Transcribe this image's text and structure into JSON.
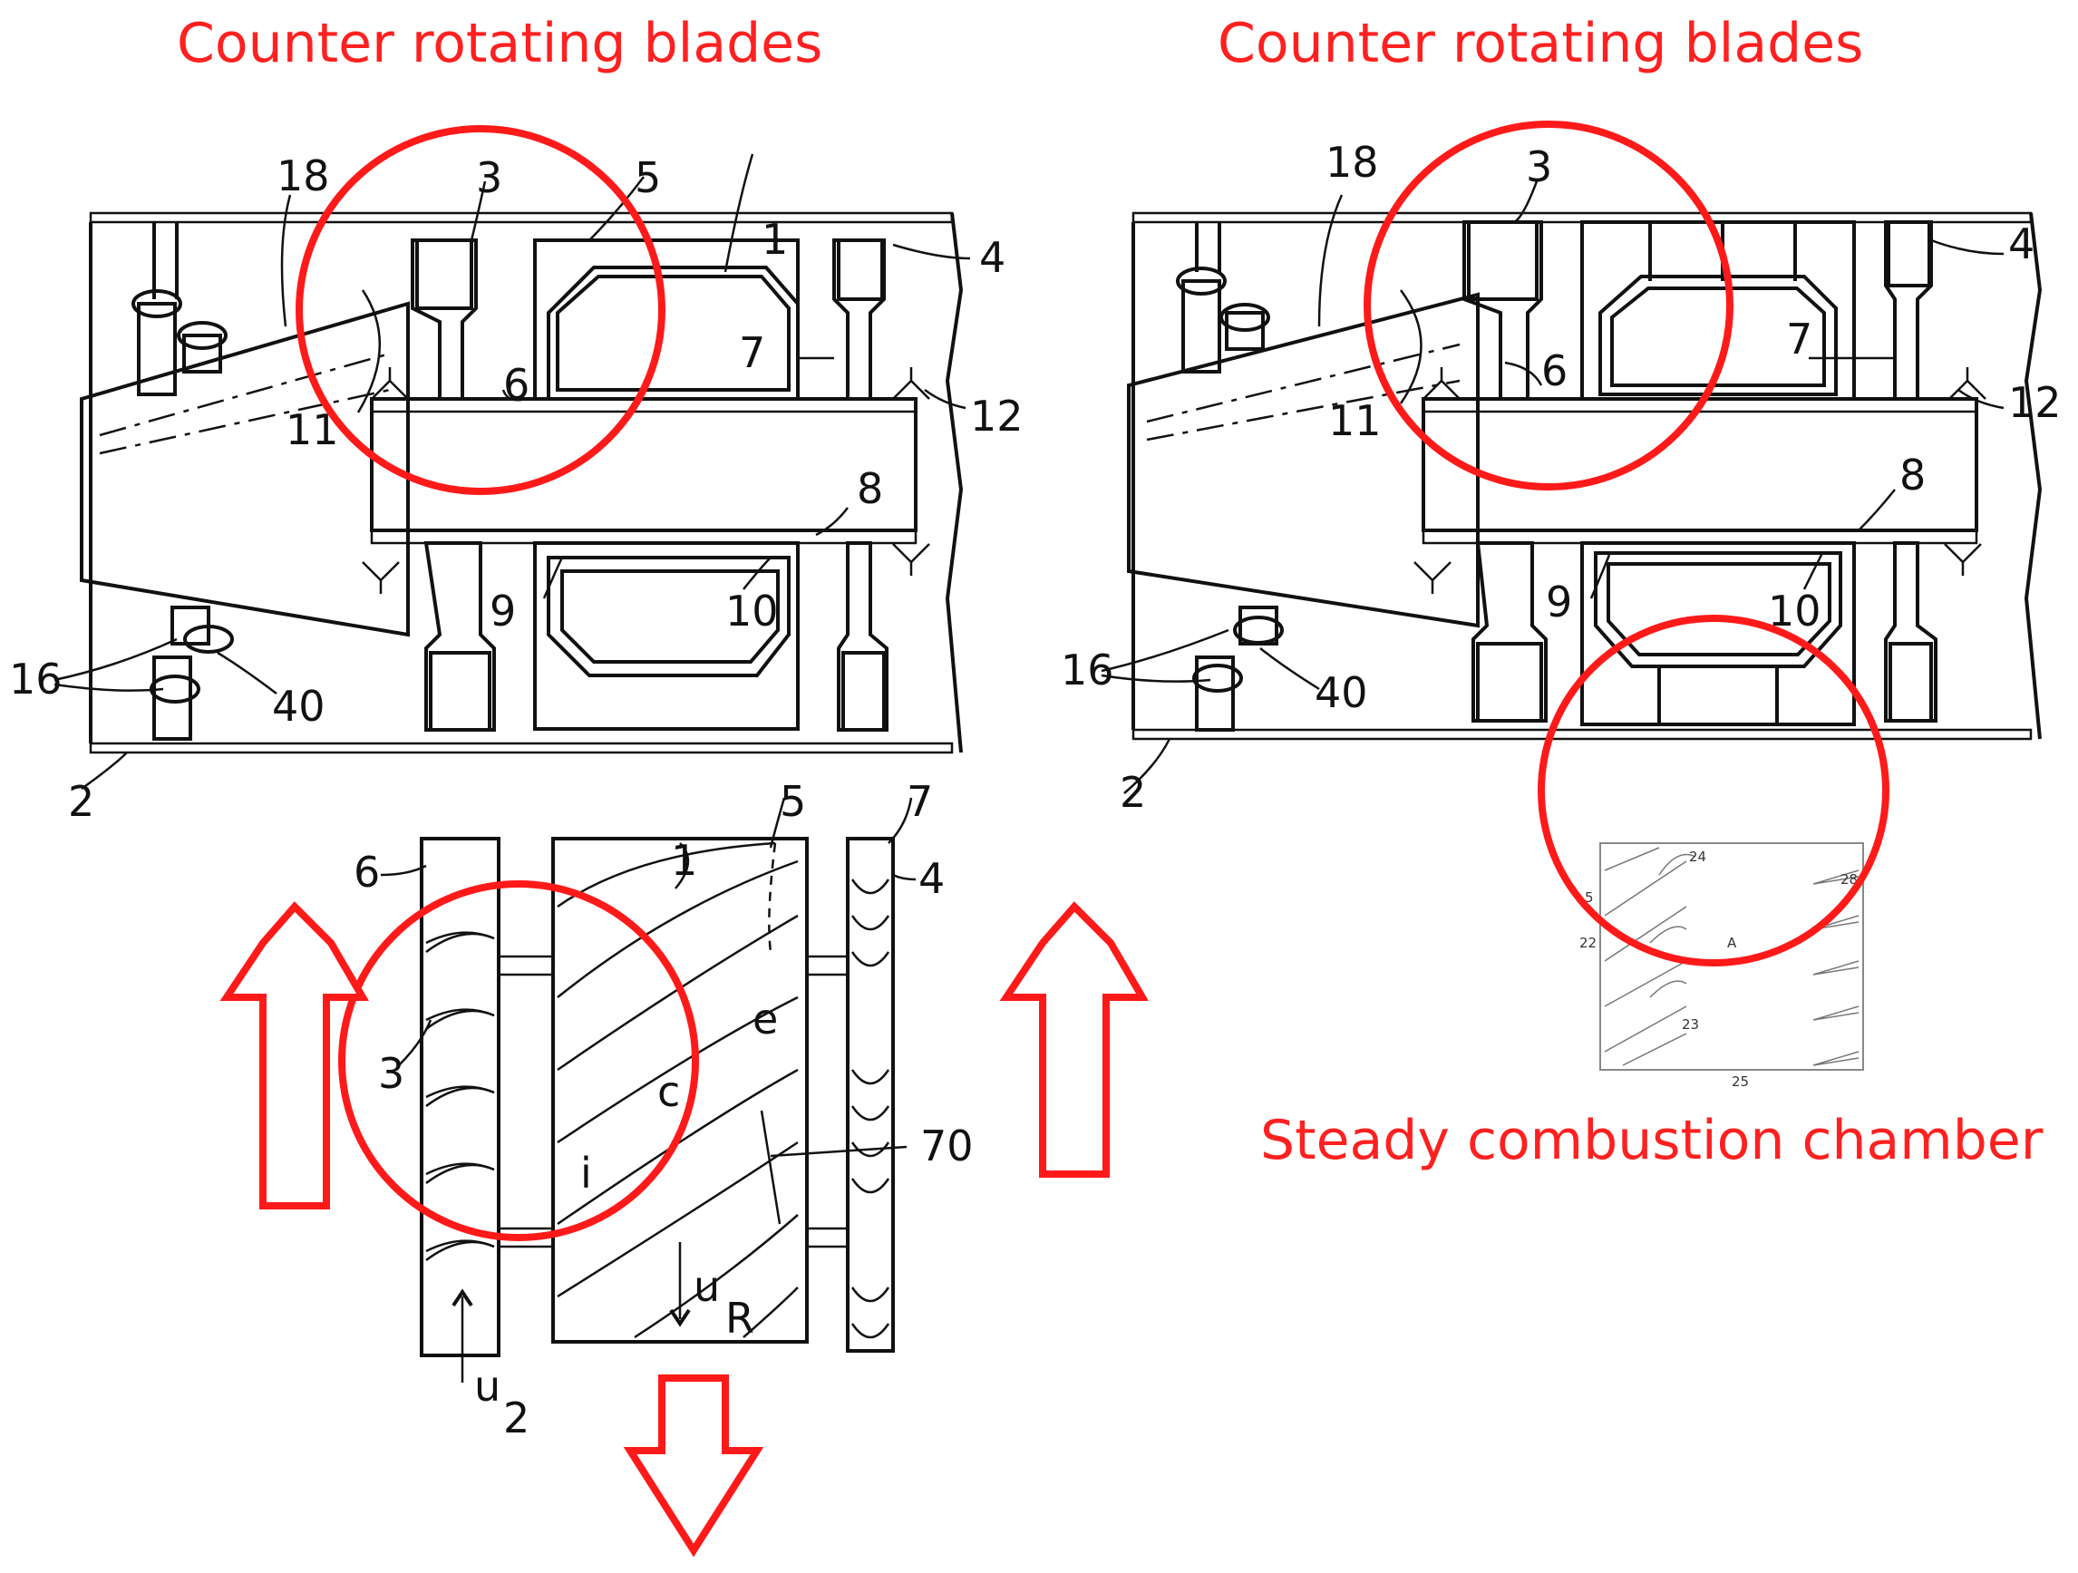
{
  "captions": {
    "left_title": "Counter rotating blades",
    "right_title": "Counter rotating blades",
    "chamber": "Steady combustion chamber"
  },
  "labels": {
    "n1": "1",
    "n2": "2",
    "n3": "3",
    "n4": "4",
    "n5": "5",
    "n6": "6",
    "n7": "7",
    "n8": "8",
    "n9": "9",
    "n10": "10",
    "n11": "11",
    "n12": "12",
    "n16": "16",
    "n18": "18",
    "n40": "40",
    "n70": "70",
    "c": "c",
    "e": "e",
    "i": "i",
    "uR": "u",
    "uR_sub": "R",
    "u2": "u",
    "u2_sub": "2"
  },
  "inset_labels": {
    "a": "A",
    "l22": "22",
    "l23": "23",
    "l24": "24",
    "l25": "25",
    "l28": "28",
    "l5": "5"
  },
  "colors": {
    "annotation": "#ff1a1a",
    "drawing": "#111111"
  }
}
